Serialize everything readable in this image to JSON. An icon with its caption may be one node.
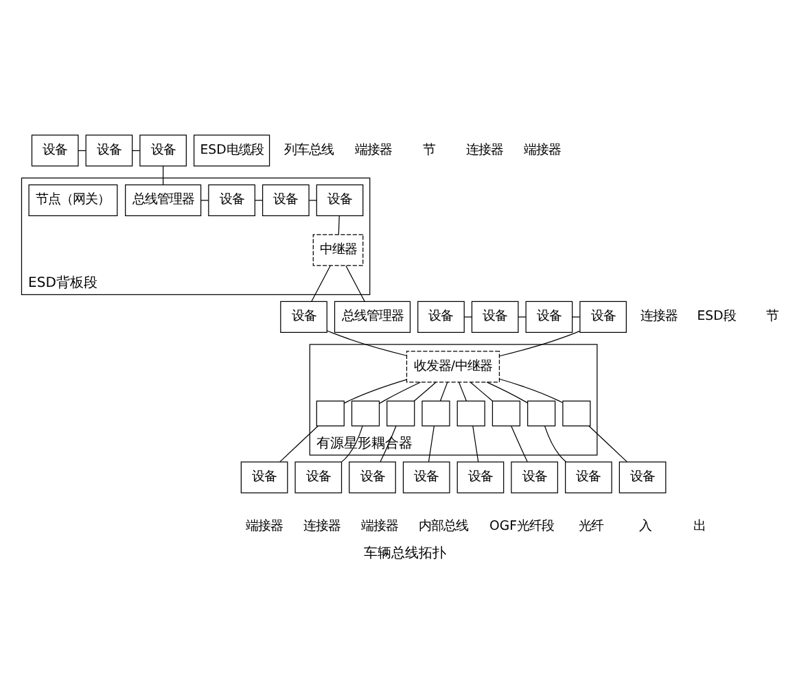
{
  "diagram": {
    "caption": "车辆总线拓扑",
    "nodes": [
      {
        "text": [
          "设备"
        ]
      },
      {
        "text": [
          "设备"
        ]
      },
      {
        "text": [
          "设备"
        ]
      },
      {
        "text": [
          "ESD电缆段"
        ]
      },
      {
        "text": [
          "ESD背板段"
        ]
      },
      {
        "text": [
          "总线管理器"
        ],
        "in": 4
      },
      {
        "text": [
          "设备"
        ],
        "in": 4
      },
      {
        "text": [
          "设备"
        ],
        "in": 4
      },
      {
        "text": [
          "设备"
        ],
        "in": 4
      },
      {
        "text": [
          "节点（网关）"
        ],
        "in": 4
      },
      {
        "text": [
          "中继器"
        ],
        "in": 4
      },
      {
        "text": [
          "有源星形耦合器"
        ]
      },
      {
        "text": [
          "收发器/中继器"
        ],
        "in": 11
      },
      {
        "text": [],
        "shape": "box",
        "in": 11
      },
      {
        "text": [],
        "shape": "box",
        "in": 11
      },
      {
        "text": [],
        "shape": "box",
        "in": 11
      },
      {
        "text": [],
        "shape": "box",
        "in": 11
      },
      {
        "text": [],
        "shape": "box",
        "in": 11
      },
      {
        "text": [],
        "shape": "box",
        "in": 11
      },
      {
        "text": [],
        "shape": "box",
        "in": 11
      },
      {
        "text": [],
        "shape": "box",
        "in": 11
      },
      {
        "text": [
          "设备"
        ]
      },
      {
        "text": [
          "设备"
        ]
      },
      {
        "text": [
          "设备"
        ]
      },
      {
        "text": [
          "设备"
        ]
      },
      {
        "text": [
          "设备"
        ]
      },
      {
        "text": [
          "总线管理器"
        ]
      },
      {
        "text": [
          "设备"
        ]
      },
      {
        "text": [
          "设备"
        ]
      },
      {
        "text": [
          "设备"
        ]
      },
      {
        "text": [
          "设备"
        ]
      },
      {
        "text": [
          "设备"
        ]
      },
      {
        "text": [
          "设备"
        ]
      },
      {
        "text": [
          "设备"
        ]
      },
      {
        "text": [
          "设备"
        ]
      }
    ],
    "edges": [
      {
        "from": 0,
        "to": 1,
        "arrow": "none"
      },
      {
        "from": 1,
        "to": 2,
        "arrow": "none"
      },
      {
        "from": 2,
        "to": 5,
        "arrow": "none"
      },
      {
        "from": 5,
        "to": 6,
        "arrow": "none"
      },
      {
        "from": 6,
        "to": 7,
        "arrow": "none"
      },
      {
        "from": 7,
        "to": 8,
        "arrow": "none"
      },
      {
        "from": 8,
        "to": 10,
        "arrow": "none"
      },
      {
        "from": 10,
        "to": 25,
        "arrow": "none"
      },
      {
        "from": 10,
        "to": 26,
        "arrow": "none"
      },
      {
        "from": 21,
        "to": 22,
        "arrow": "none"
      },
      {
        "from": 22,
        "to": 23,
        "arrow": "none"
      },
      {
        "from": 23,
        "to": 24,
        "arrow": "none"
      },
      {
        "from": 24,
        "to": 12,
        "arrow": "none"
      },
      {
        "from": 25,
        "to": 12,
        "arrow": "none"
      },
      {
        "from": 12,
        "to": 13,
        "arrow": "none"
      },
      {
        "from": 12,
        "to": 14,
        "arrow": "none"
      },
      {
        "from": 12,
        "to": 15,
        "arrow": "none"
      },
      {
        "from": 12,
        "to": 16,
        "arrow": "none"
      },
      {
        "from": 12,
        "to": 17,
        "arrow": "none"
      },
      {
        "from": 12,
        "to": 18,
        "arrow": "none"
      },
      {
        "from": 12,
        "to": 19,
        "arrow": "none"
      },
      {
        "from": 12,
        "to": 20,
        "arrow": "none"
      },
      {
        "from": 13,
        "to": 27,
        "arrow": "none"
      },
      {
        "from": 14,
        "to": 28,
        "arrow": "none"
      },
      {
        "from": 15,
        "to": 29,
        "arrow": "none"
      },
      {
        "from": 16,
        "to": 30,
        "arrow": "none"
      },
      {
        "from": 17,
        "to": 31,
        "arrow": "none"
      },
      {
        "from": 18,
        "to": 32,
        "arrow": "none"
      },
      {
        "from": 19,
        "to": 33,
        "arrow": "none"
      },
      {
        "from": 20,
        "to": 34,
        "arrow": "none"
      }
    ],
    "labels": [
      "列车总线",
      "端接器",
      "节",
      "连接器",
      "端接器",
      "连接器",
      "ESD段",
      "节",
      "端接器",
      "连接器",
      "端接器",
      "内部总线",
      "OGF光纤段",
      "光纤",
      "入",
      "出"
    ]
  }
}
